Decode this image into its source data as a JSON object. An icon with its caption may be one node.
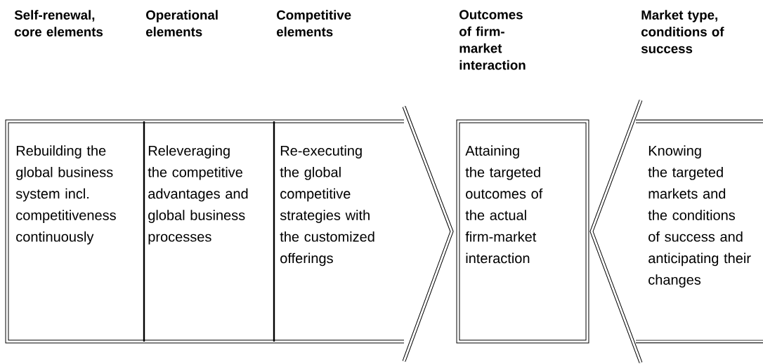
{
  "diagram": {
    "nodes": [
      {
        "text": [
          "Rebuilding the global business system incl. competitiveness continuously"
        ]
      },
      {
        "text": [
          "Releveraging the competitive advantages and global business processes"
        ]
      },
      {
        "text": [
          "Re-executing the global competitive strategies with the customized offerings"
        ]
      },
      {
        "text": [
          "Attaining the targeted outcomes of the actual firm-market interaction"
        ]
      },
      {
        "text": [
          "Knowing the targeted markets and the conditions of success and anticipating their changes"
        ]
      }
    ],
    "labels": [
      "Self-renewal, core elements",
      "Operational elements",
      "Competitive elements",
      "Outcomes of firm-market interaction",
      "Market type, conditions of success"
    ]
  }
}
